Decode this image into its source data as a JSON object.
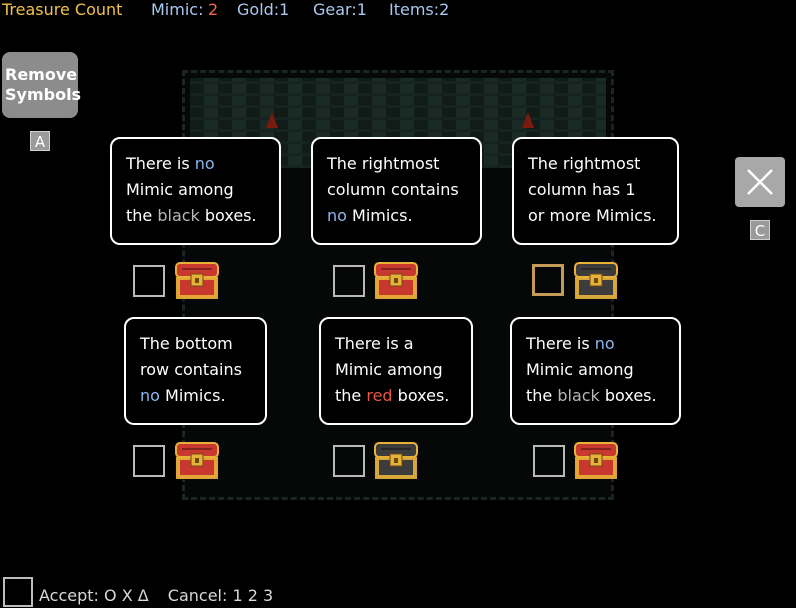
{
  "header": {
    "treasure_count": "Treasure Count",
    "mimic_label": "Mimic:",
    "mimic_value": "2",
    "gold": "Gold:1",
    "gear": "Gear:1",
    "items": "Items:2"
  },
  "controls": {
    "remove_symbols": "Remove Symbols",
    "remove_key": "A",
    "close_key": "C"
  },
  "clues": [
    {
      "parts": [
        [
          "There is ",
          ""
        ],
        [
          "no",
          "blue"
        ],
        [
          " ",
          ""
        ],
        [
          "\n",
          ""
        ],
        [
          "Mimic among",
          ""
        ],
        [
          "\n",
          ""
        ],
        [
          "the ",
          ""
        ],
        [
          "black",
          "gray"
        ],
        [
          " boxes.",
          ""
        ]
      ]
    },
    {
      "parts": [
        [
          "The rightmost",
          ""
        ],
        [
          "\n",
          ""
        ],
        [
          "column contains",
          ""
        ],
        [
          "\n",
          ""
        ],
        [
          "no",
          "blue"
        ],
        [
          " Mimics.",
          ""
        ]
      ]
    },
    {
      "parts": [
        [
          "The rightmost",
          ""
        ],
        [
          "\n",
          ""
        ],
        [
          "column has 1",
          ""
        ],
        [
          "\n",
          ""
        ],
        [
          "or more Mimics.",
          ""
        ]
      ]
    },
    {
      "parts": [
        [
          "The bottom",
          ""
        ],
        [
          "\n",
          ""
        ],
        [
          "row contains",
          ""
        ],
        [
          "\n",
          ""
        ],
        [
          "no",
          "blue"
        ],
        [
          " Mimics.",
          ""
        ]
      ]
    },
    {
      "parts": [
        [
          "There is a",
          ""
        ],
        [
          "\n",
          ""
        ],
        [
          "Mimic among",
          ""
        ],
        [
          "\n",
          ""
        ],
        [
          "the ",
          ""
        ],
        [
          "red",
          "red"
        ],
        [
          " boxes.",
          ""
        ]
      ]
    },
    {
      "parts": [
        [
          "There is ",
          ""
        ],
        [
          "no",
          "blue"
        ],
        [
          "\n",
          ""
        ],
        [
          "Mimic among",
          ""
        ],
        [
          "\n",
          ""
        ],
        [
          "the ",
          ""
        ],
        [
          "black",
          "gray"
        ],
        [
          " boxes.",
          ""
        ]
      ]
    }
  ],
  "chests": [
    {
      "color": "red",
      "selected": false
    },
    {
      "color": "red",
      "selected": false
    },
    {
      "color": "black",
      "selected": true
    },
    {
      "color": "red",
      "selected": false
    },
    {
      "color": "black",
      "selected": false
    },
    {
      "color": "red",
      "selected": false
    }
  ],
  "footer": {
    "accept": "Accept: O X Δ",
    "cancel": "Cancel: 1 2 3"
  },
  "colors": {
    "gold_text": "#f2c04b",
    "blue_text": "#a8c8f0",
    "red_text": "#ef6a4a",
    "chest_red": "#c9382e",
    "chest_black": "#3c3c3c",
    "chest_gold": "#e8b23a"
  }
}
